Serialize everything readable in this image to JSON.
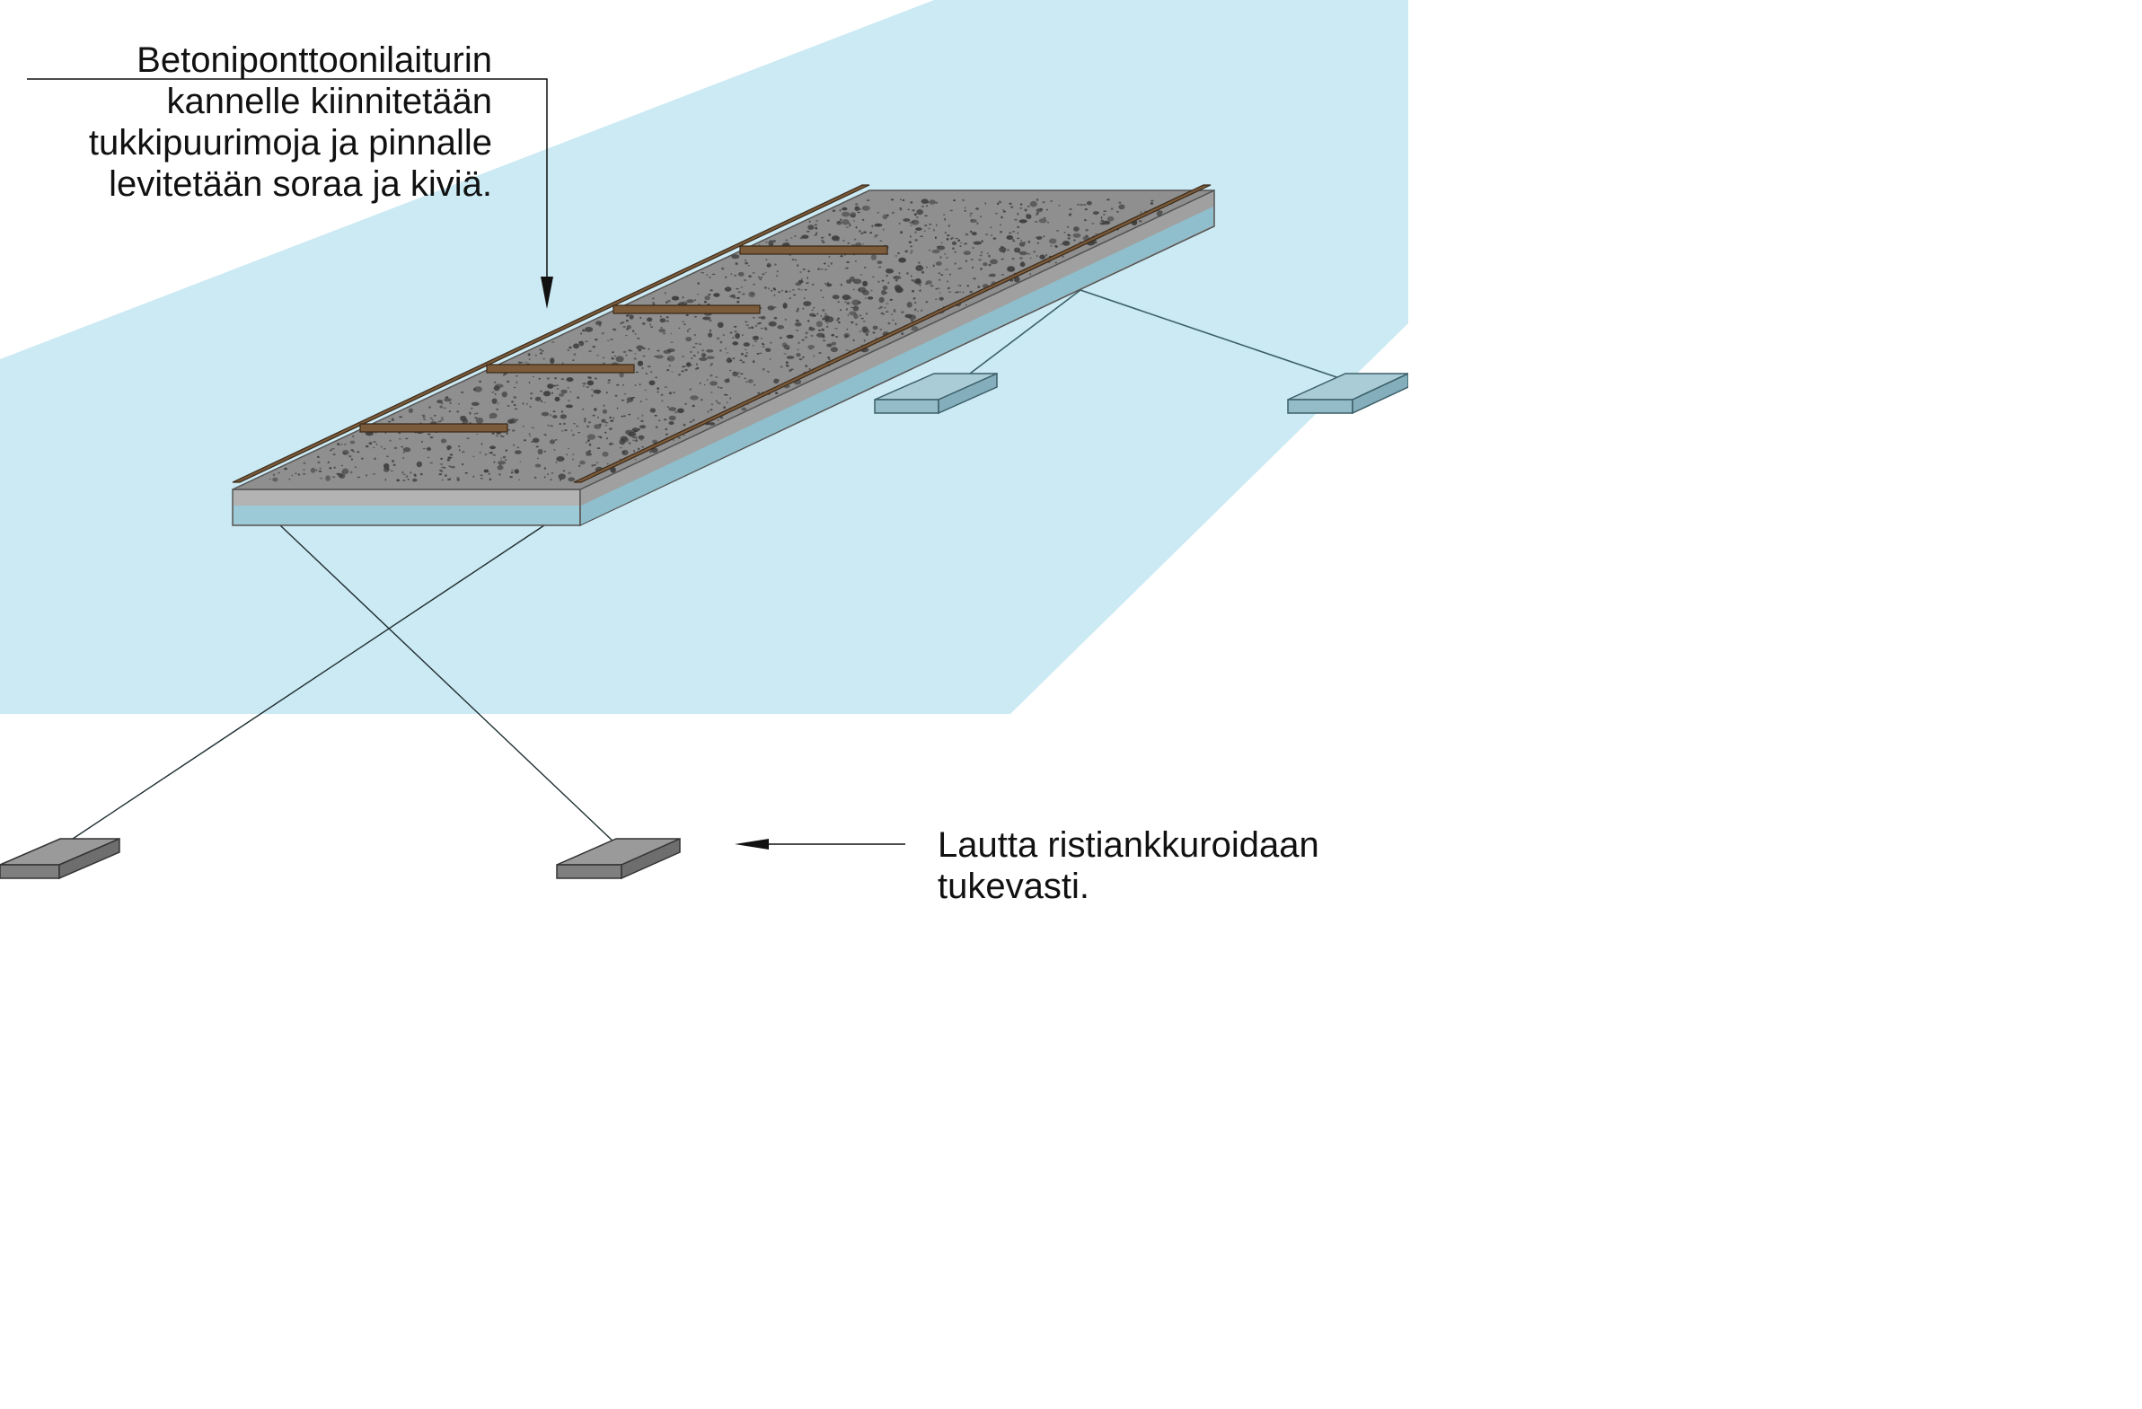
{
  "annotations": {
    "deck_note": {
      "lines": [
        "Betoniponttoonilaiturin",
        "kannelle kiinnitetään",
        "tukkipuurimoja ja pinnalle",
        "levitetään soraa ja kiviä."
      ]
    },
    "anchor_note": {
      "lines": [
        "Lautta ristiankkuroidaan",
        "tukevasti."
      ]
    }
  },
  "colors": {
    "water": "#cbeaf3",
    "deck_top": "#8f8f8f",
    "deck_side": "#b3b3b3",
    "pontoon_band": "#9ccad6",
    "timber": "#7b5b3a",
    "gravel": "#3d3d3d",
    "anchor_block": "#8c8c8c",
    "anchor_block_submerged": "#a9ccd6",
    "anchor_line": "#3c5f68",
    "label_text": "#111111"
  }
}
